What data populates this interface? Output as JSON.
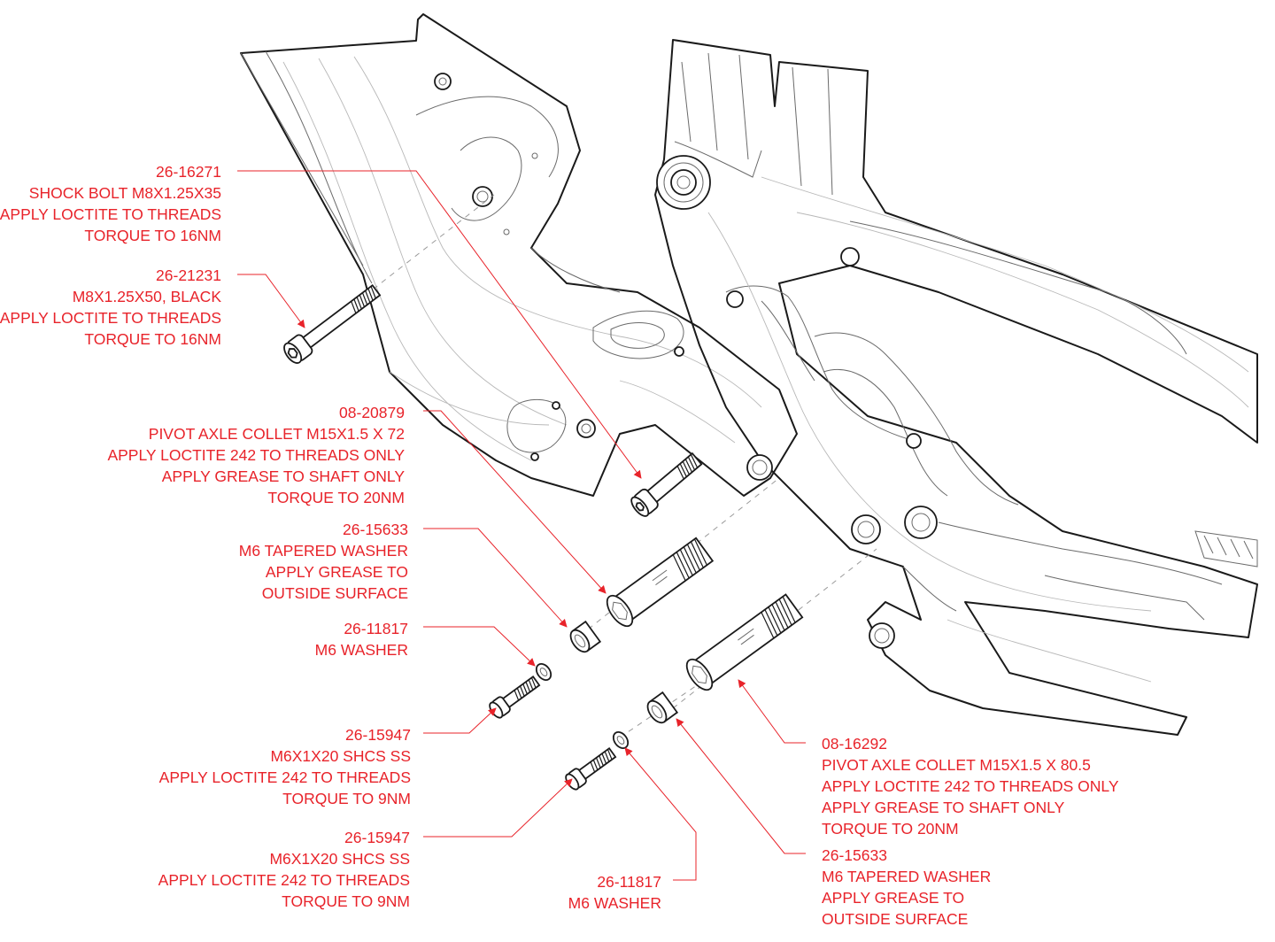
{
  "colors": {
    "callout_text": "#e8232a",
    "line_art": "#1a1a1a"
  },
  "icons": {
    "main_frame": "front-triangle-frame",
    "rear_triangle": "rear-triangle-swingarm",
    "bolts": "socket-head-bolt",
    "collets": "pivot-axle-collet",
    "washers": "washer"
  },
  "callouts": [
    {
      "id": "shock-bolt",
      "lines": [
        "26-16271",
        "SHOCK BOLT M8X1.25X35",
        "APPLY LOCTITE TO THREADS",
        "TORQUE TO 16NM"
      ]
    },
    {
      "id": "m8-bolt",
      "lines": [
        "26-21231",
        "M8X1.25X50, BLACK",
        "APPLY LOCTITE TO THREADS",
        "TORQUE TO 16NM"
      ]
    },
    {
      "id": "collet-72",
      "lines": [
        "08-20879",
        "PIVOT AXLE COLLET M15X1.5 X 72",
        "APPLY LOCTITE 242 TO THREADS ONLY",
        "APPLY GREASE TO SHAFT ONLY",
        "TORQUE TO 20NM"
      ]
    },
    {
      "id": "tapered-washer-upper",
      "lines": [
        "26-15633",
        "M6 TAPERED WASHER",
        "APPLY GREASE TO",
        "OUTSIDE SURFACE"
      ]
    },
    {
      "id": "m6-washer-upper",
      "lines": [
        "26-11817",
        "M6 WASHER"
      ]
    },
    {
      "id": "shcs-upper",
      "lines": [
        "26-15947",
        "M6X1X20 SHCS SS",
        "APPLY LOCTITE 242 TO THREADS",
        "TORQUE TO 9NM"
      ]
    },
    {
      "id": "shcs-lower",
      "lines": [
        "26-15947",
        "M6X1X20 SHCS SS",
        "APPLY LOCTITE 242 TO THREADS",
        "TORQUE TO 9NM"
      ]
    },
    {
      "id": "m6-washer-lower",
      "lines": [
        "26-11817",
        "M6 WASHER"
      ]
    },
    {
      "id": "collet-80",
      "lines": [
        "08-16292",
        "PIVOT AXLE COLLET M15X1.5 X 80.5",
        "APPLY LOCTITE 242 TO THREADS ONLY",
        "APPLY GREASE TO SHAFT ONLY",
        "TORQUE TO 20NM"
      ]
    },
    {
      "id": "tapered-washer-lower",
      "lines": [
        "26-15633",
        "M6 TAPERED WASHER",
        "APPLY GREASE TO",
        "OUTSIDE SURFACE"
      ]
    }
  ]
}
